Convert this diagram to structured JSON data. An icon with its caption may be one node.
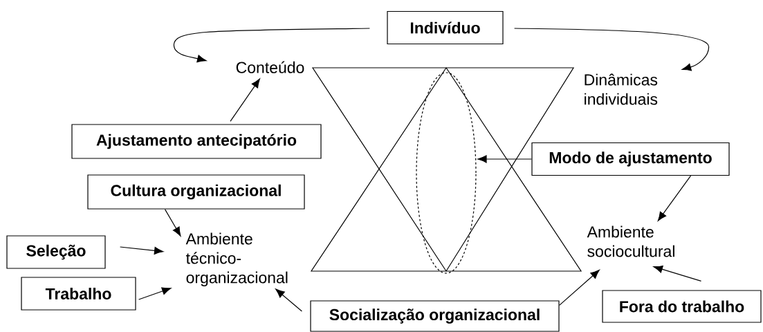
{
  "diagram": {
    "nodes": [
      {
        "text": [
          "Indivíduo"
        ]
      },
      {
        "text": [
          "Conteúdo"
        ]
      },
      {
        "text": [
          "Dinâmicas individuais"
        ]
      },
      {
        "text": [
          "Ajustamento antecipatório"
        ]
      },
      {
        "text": [
          "Modo de ajustamento"
        ]
      },
      {
        "text": [
          "Cultura organizacional"
        ]
      },
      {
        "text": [
          "Seleção"
        ]
      },
      {
        "text": [
          "Trabalho"
        ]
      },
      {
        "text": [
          "Ambiente técnico-organizacional"
        ]
      },
      {
        "text": [
          "Ambiente sociocultural"
        ]
      },
      {
        "text": [
          "Socialização organizacional"
        ]
      },
      {
        "text": [
          "Fora do trabalho"
        ]
      },
      {
        "text": [],
        "shape": "ellipse"
      }
    ],
    "edges": [
      {
        "from": 0,
        "to": 1,
        "arrow": "to"
      },
      {
        "from": 0,
        "to": 2,
        "arrow": "to"
      },
      {
        "from": 3,
        "to": 1,
        "arrow": "to"
      },
      {
        "from": 4,
        "to": 12,
        "arrow": "to"
      },
      {
        "from": 4,
        "to": 9,
        "arrow": "to"
      },
      {
        "from": 5,
        "to": 8,
        "arrow": "to"
      },
      {
        "from": 6,
        "to": 8,
        "arrow": "to"
      },
      {
        "from": 7,
        "to": 8,
        "arrow": "to"
      },
      {
        "from": 10,
        "to": 8,
        "arrow": "to"
      },
      {
        "from": 10,
        "to": 9,
        "arrow": "to"
      },
      {
        "from": 11,
        "to": 9,
        "arrow": "to"
      }
    ]
  }
}
